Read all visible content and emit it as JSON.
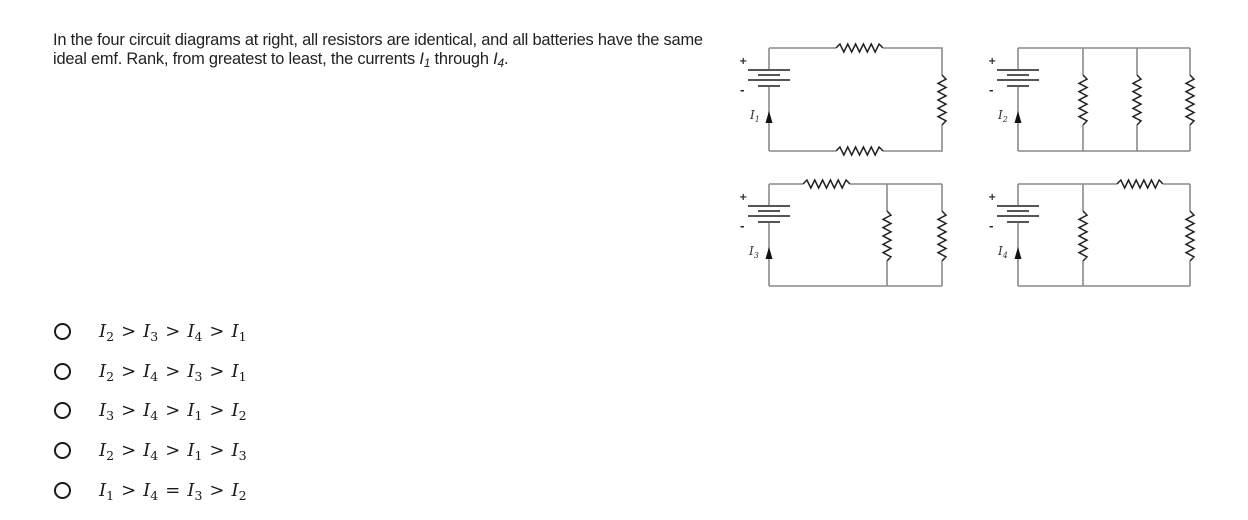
{
  "question": {
    "text_before": "In the four circuit diagrams at right, all resistors are identical, and all batteries have the same ideal emf.  Rank, from greatest to least, the currents ",
    "var1": "I",
    "var1_sub": "1",
    "text_middle": " through ",
    "var2": "I",
    "var2_sub": "4",
    "text_after": "."
  },
  "figure": {
    "circuits": [
      {
        "label": "I",
        "sub": "1",
        "description": "battery with three resistors in series"
      },
      {
        "label": "I",
        "sub": "2",
        "description": "battery with three resistors in parallel"
      },
      {
        "label": "I",
        "sub": "3",
        "description": "one resistor in series with two parallel resistors"
      },
      {
        "label": "I",
        "sub": "4",
        "description": "one resistor in parallel with a branch of two series resistors"
      }
    ],
    "plus_sign": "+",
    "minus_sign": "-",
    "line_color": "#8a8a8a",
    "ink_color": "#222222"
  },
  "options": [
    {
      "terms": [
        [
          "I",
          "2"
        ],
        [
          "I",
          "3"
        ],
        [
          "I",
          "4"
        ],
        [
          "I",
          "1"
        ]
      ],
      "ops": [
        ">",
        ">",
        ">"
      ],
      "selected": false
    },
    {
      "terms": [
        [
          "I",
          "2"
        ],
        [
          "I",
          "4"
        ],
        [
          "I",
          "3"
        ],
        [
          "I",
          "1"
        ]
      ],
      "ops": [
        ">",
        ">",
        ">"
      ],
      "selected": false
    },
    {
      "terms": [
        [
          "I",
          "3"
        ],
        [
          "I",
          "4"
        ],
        [
          "I",
          "1"
        ],
        [
          "I",
          "2"
        ]
      ],
      "ops": [
        ">",
        ">",
        ">"
      ],
      "selected": false
    },
    {
      "terms": [
        [
          "I",
          "2"
        ],
        [
          "I",
          "4"
        ],
        [
          "I",
          "1"
        ],
        [
          "I",
          "3"
        ]
      ],
      "ops": [
        ">",
        ">",
        ">"
      ],
      "selected": false
    },
    {
      "terms": [
        [
          "I",
          "1"
        ],
        [
          "I",
          "4"
        ],
        [
          "I",
          "3"
        ],
        [
          "I",
          "2"
        ]
      ],
      "ops": [
        ">",
        "=",
        ">"
      ],
      "selected": false
    }
  ]
}
